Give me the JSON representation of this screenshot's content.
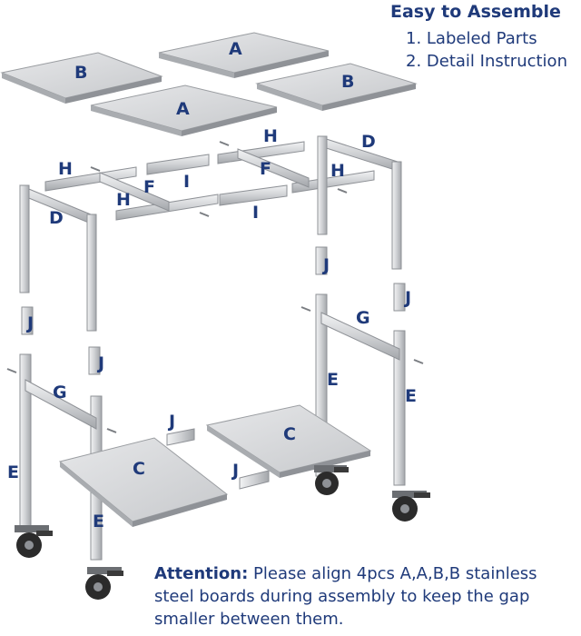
{
  "header": {
    "title": "Easy to Assemble",
    "items": [
      "1. Labeled Parts",
      "2. Detail Instruction"
    ]
  },
  "part_labels": {
    "A": "A",
    "B": "B",
    "C": "C",
    "D": "D",
    "E": "E",
    "F": "F",
    "G": "G",
    "H": "H",
    "I": "I",
    "J": "J"
  },
  "note": {
    "prefix": "Attention:",
    "text": " Please align 4pcs A,A,B,B stainless steel boards during assembly to keep the gap smaller between them."
  },
  "colors": {
    "label": "#1f3a7a",
    "steel_light": "#d8d9db",
    "steel_mid": "#b7b9bc",
    "steel_dark": "#8e9196",
    "wheel": "#2b2b2b"
  },
  "icons": [
    "caster-wheel-icon",
    "screw-icon"
  ]
}
